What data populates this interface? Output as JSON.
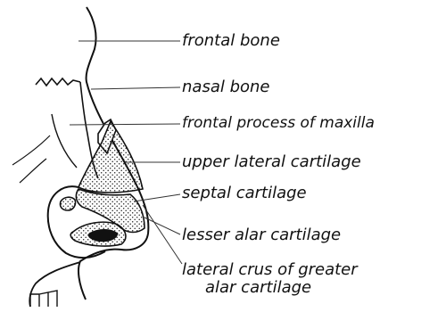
{
  "labels": {
    "frontal_bone": "frontal bone",
    "nasal_bone": "nasal bone",
    "frontal_process": "frontal process of maxilla",
    "upper_lateral": "upper lateral cartilage",
    "septal": "septal cartilage",
    "lesser_alar": "lesser alar cartilage",
    "lateral_crus_line1": "lateral crus of greater",
    "lateral_crus_line2": "alar cartilage"
  },
  "colors": {
    "ink": "#111111",
    "stipple": "#222222",
    "background": "#ffffff"
  }
}
